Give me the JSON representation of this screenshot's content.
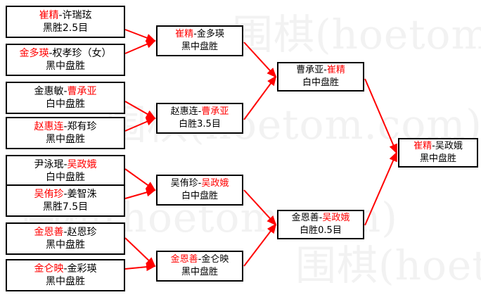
{
  "watermark": {
    "text_1": "围棋(hoetom.com)",
    "text_2": "围棋(hoetom.com)",
    "text_3": "围棋(hoetom.com)",
    "text_4": "围棋(hoetom.com)",
    "color": "#f2f2f2"
  },
  "colors": {
    "winner": "#ff0000",
    "loser": "#000000",
    "box_border": "#000000",
    "connector": "#ff0000",
    "background": "#ffffff"
  },
  "round_1": [
    {
      "player_a": "崔精",
      "player_a_win": true,
      "separator": "-",
      "player_b": "许瑞玹",
      "player_b_win": false,
      "result": "黑胜2.5目"
    },
    {
      "player_a": "金多瑛",
      "player_a_win": true,
      "separator": "-",
      "player_b": "权孝珍（女）",
      "player_b_win": false,
      "result": "黑中盘胜"
    },
    {
      "player_a": "金惠敏",
      "player_a_win": false,
      "separator": "-",
      "player_b": "曹承亚",
      "player_b_win": true,
      "result": "白中盘胜"
    },
    {
      "player_a": "赵惠连",
      "player_a_win": true,
      "separator": "-",
      "player_b": "郑有珍",
      "player_b_win": false,
      "result": "黑中盘胜"
    },
    {
      "player_a": "尹泳珉",
      "player_a_win": false,
      "separator": "-",
      "player_b": "吴政娥",
      "player_b_win": true,
      "result": "白中盘胜"
    },
    {
      "player_a": "吴侑珍",
      "player_a_win": true,
      "separator": "-",
      "player_b": "姜智洙",
      "player_b_win": false,
      "result": "黑胜7.5目"
    },
    {
      "player_a": "金恩善",
      "player_a_win": true,
      "separator": "-",
      "player_b": "赵恩珍",
      "player_b_win": false,
      "result": "黑中盘胜"
    },
    {
      "player_a": "金仑映",
      "player_a_win": true,
      "separator": "-",
      "player_b": "金彩瑛",
      "player_b_win": false,
      "result": "黑中盘胜"
    }
  ],
  "round_2": [
    {
      "player_a": "崔精",
      "player_a_win": true,
      "separator": "-",
      "player_b": "金多瑛",
      "player_b_win": false,
      "result": "黑中盘胜"
    },
    {
      "player_a": "赵惠连",
      "player_a_win": false,
      "separator": "-",
      "player_b": "曹承亚",
      "player_b_win": true,
      "result": "白胜3.5目"
    },
    {
      "player_a": "吴侑珍",
      "player_a_win": false,
      "separator": "-",
      "player_b": "吴政娥",
      "player_b_win": true,
      "result": "白中盘胜"
    },
    {
      "player_a": "金恩善",
      "player_a_win": true,
      "separator": "-",
      "player_b": "金仑映",
      "player_b_win": false,
      "result": "黑中盘胜"
    }
  ],
  "round_3": [
    {
      "player_a": "曹承亚",
      "player_a_win": false,
      "separator": "-",
      "player_b": "崔精",
      "player_b_win": true,
      "result": "白中盘胜"
    },
    {
      "player_a": "金恩善",
      "player_a_win": false,
      "separator": "-",
      "player_b": "吴政娥",
      "player_b_win": true,
      "result": "白胜0.5目"
    }
  ],
  "final": [
    {
      "player_a": "崔精",
      "player_a_win": true,
      "separator": "-",
      "player_b": "吴政娥",
      "player_b_win": false,
      "result": "黑中盘胜"
    }
  ]
}
